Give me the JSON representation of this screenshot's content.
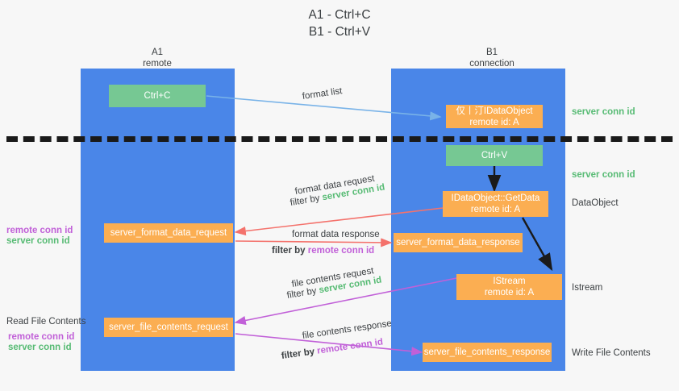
{
  "title": {
    "line1": "A1 - Ctrl+C",
    "line2": "B1 - Ctrl+V"
  },
  "lanes": [
    {
      "name": "A1",
      "sub": "remote"
    },
    {
      "name": "B1",
      "sub": "connection"
    }
  ],
  "boxes": {
    "ctrl_c": "Ctrl+C",
    "ctrl_v": "Ctrl+V",
    "idataobject": {
      "line1": "仅⼁汀IDataObject",
      "line2": "remote id: A"
    },
    "getdata": {
      "line1": "IDataObject::GetData",
      "line2": "remote id: A"
    },
    "istream": {
      "line1": "IStream",
      "line2": "remote id: A"
    },
    "server_format_data_request": "server_format_data_request",
    "server_format_data_response": "server_format_data_response",
    "server_file_contents_request": "server_file_contents_request",
    "server_file_contents_response": "server_file_contents_response"
  },
  "edge_labels": {
    "format_list": "format list",
    "format_data_request": "format data request",
    "format_data_response": "format data response",
    "file_contents_request": "file contents request",
    "file_contents_response": "file contents response",
    "filter_by": "filter by ",
    "server_conn_id": "server conn id",
    "remote_conn_id": "remote conn id"
  },
  "side_labels": {
    "server_conn_id_top": "server conn id",
    "server_conn_id_mid": "server conn id",
    "dataobject": "DataObject",
    "istream": "Istream",
    "write_file_contents": "Write File Contents",
    "read_file_contents": "Read File Contents",
    "remote_conn_id": "remote conn id",
    "server_conn_id": "server conn id"
  },
  "colors": {
    "lane": "#4a86e8",
    "green_box": "#76c893",
    "orange_box": "#fbae52",
    "green_text": "#57bb74",
    "magenta_text": "#c160d8",
    "blue_arrow": "#79b3e8",
    "red_arrow": "#f4726c",
    "magenta_arrow": "#c160d8",
    "dark_arrow": "#1a1a1a",
    "background": "#f7f7f7"
  }
}
